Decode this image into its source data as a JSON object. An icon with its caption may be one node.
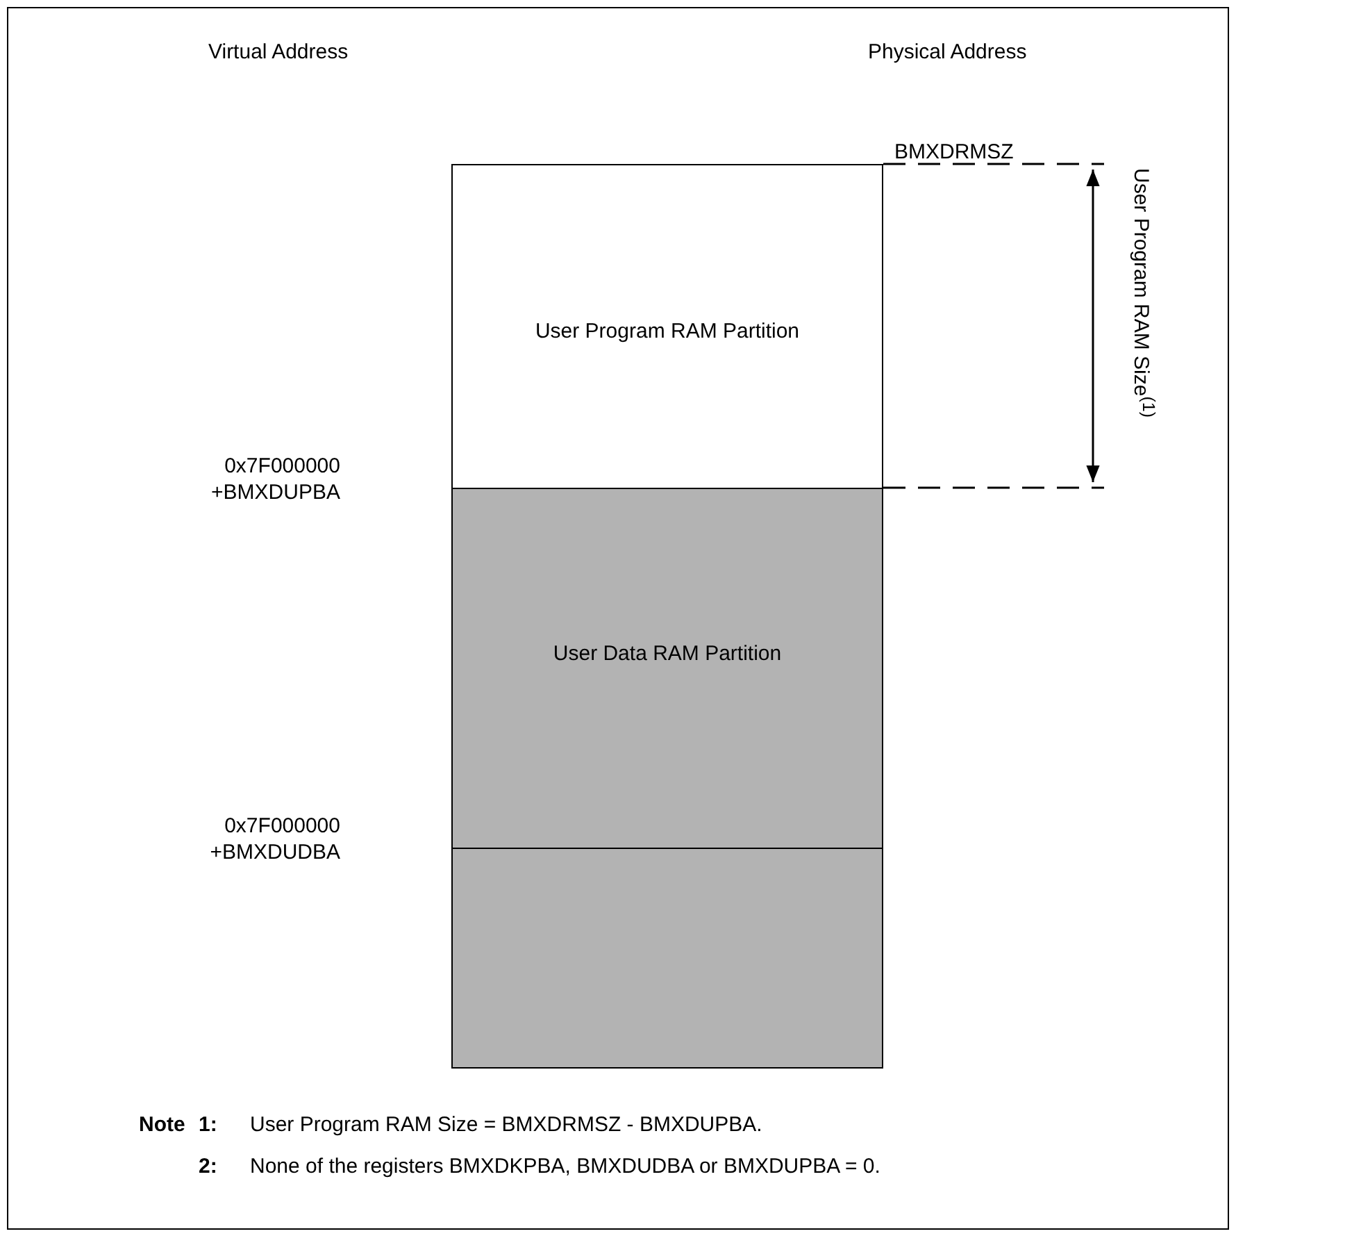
{
  "diagram": {
    "nodes": [
      {
        "text": [
          "User Program RAM Partition"
        ]
      },
      {
        "text": [
          "User Data RAM Partition"
        ]
      },
      {
        "text": [],
        "shape": "box"
      }
    ],
    "labels": [
      "Virtual Address",
      "Physical Address",
      "BMXDRMSZ",
      "User Program RAM Size$^{(1)}$",
      "0x7F000000 +BMXDUPBA",
      "0x7F000000 +BMXDUDBA",
      "Note",
      "1:",
      "User Program RAM Size = BMXDRMSZ - BMXDUPBA.",
      "2:",
      "None of the registers BMXDKPBA, BMXDUDBA or BMXDUPBA = 0."
    ]
  }
}
